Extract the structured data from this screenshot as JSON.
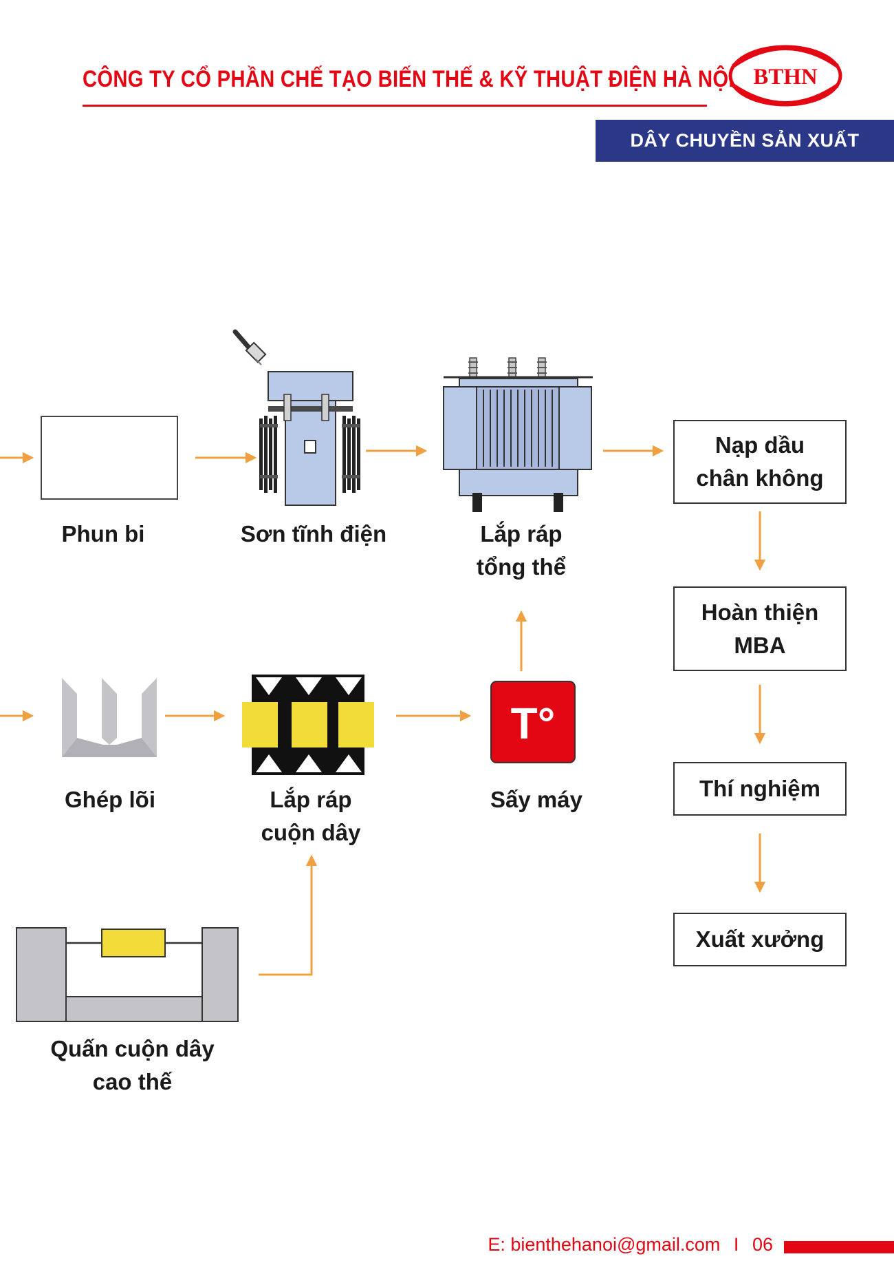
{
  "header": {
    "company": "CÔNG TY CỔ PHẦN CHẾ TẠO BIẾN THẾ & KỸ THUẬT ĐIỆN HÀ NỘI",
    "logo_text": "BTHN",
    "section": "DÂY CHUYỀN SẢN XUẤT"
  },
  "steps": {
    "phun_bi": [
      "Phun bi"
    ],
    "son_tinh_dien": [
      "Sơn tĩnh điện"
    ],
    "lap_rap_tong_the": [
      "Lắp ráp",
      "tổng thể"
    ],
    "nap_dau": [
      "Nạp dầu",
      "chân không"
    ],
    "hoan_thien": [
      "Hoàn thiện",
      "MBA"
    ],
    "thi_nghiem": [
      "Thí nghiệm"
    ],
    "xuat_xuong": [
      "Xuất xưởng"
    ],
    "ghep_loi": [
      "Ghép lõi"
    ],
    "lap_rap_cuon_day": [
      "Lắp ráp",
      "cuộn dây"
    ],
    "say_may": [
      "Sấy máy"
    ],
    "quan_cuon_day": [
      "Quấn cuộn dây",
      "cao thế"
    ]
  },
  "dryer_icon_text": "T°",
  "footer": {
    "email": "E: bienthehanoi@gmail.com",
    "separator": "I",
    "page_number": "06"
  },
  "colors": {
    "brand_red": "#e30613",
    "banner_blue": "#2b3787",
    "arrow_orange": "#f0a040",
    "equipment_blue": "#b9c9e8",
    "coil_yellow": "#f2dc3a",
    "core_gray": "#c3c3c8"
  }
}
